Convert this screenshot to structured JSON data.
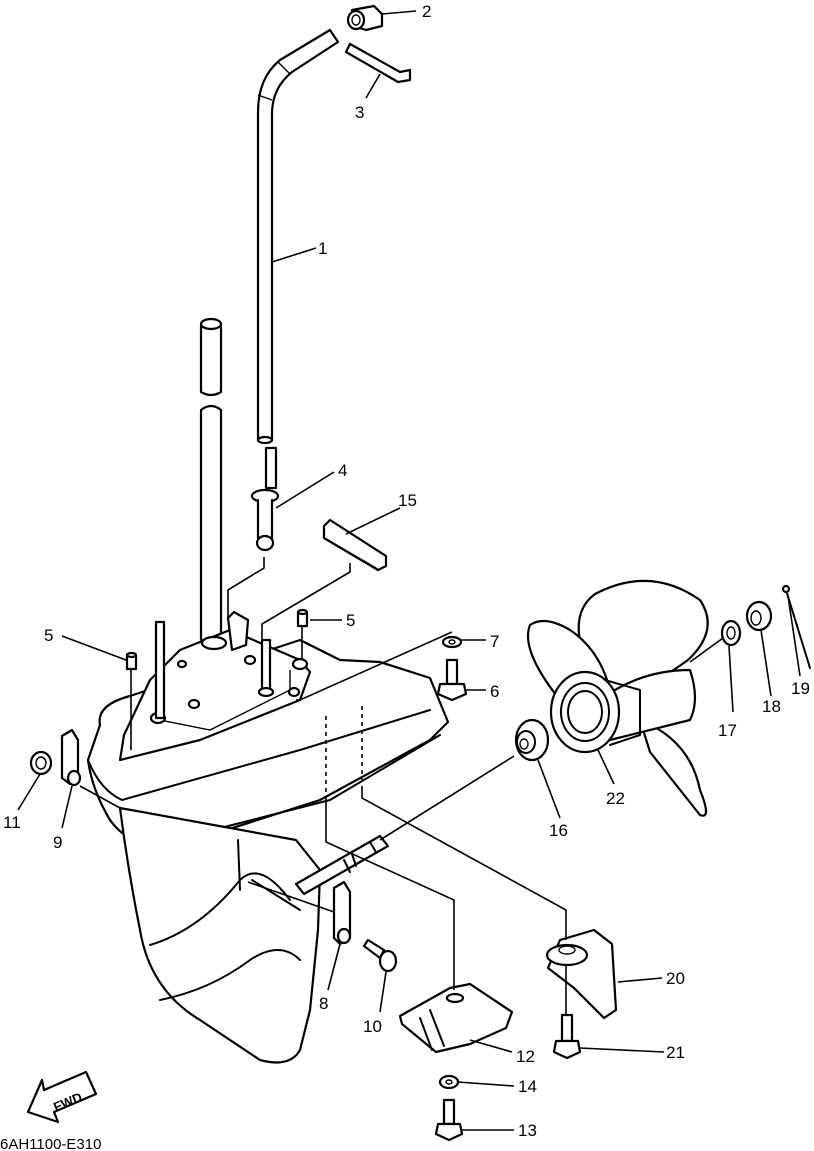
{
  "diagram_code": "6AH1100-E310",
  "fwd_label": "FWD",
  "callouts": [
    {
      "id": "c1",
      "label": "1"
    },
    {
      "id": "c2",
      "label": "2"
    },
    {
      "id": "c3",
      "label": "3"
    },
    {
      "id": "c4",
      "label": "4"
    },
    {
      "id": "c5a",
      "label": "5"
    },
    {
      "id": "c5b",
      "label": "5"
    },
    {
      "id": "c6",
      "label": "6"
    },
    {
      "id": "c7",
      "label": "7"
    },
    {
      "id": "c8",
      "label": "8"
    },
    {
      "id": "c9",
      "label": "9"
    },
    {
      "id": "c10",
      "label": "10"
    },
    {
      "id": "c11",
      "label": "11"
    },
    {
      "id": "c12",
      "label": "12"
    },
    {
      "id": "c13",
      "label": "13"
    },
    {
      "id": "c14",
      "label": "14"
    },
    {
      "id": "c15",
      "label": "15"
    },
    {
      "id": "c16",
      "label": "16"
    },
    {
      "id": "c17",
      "label": "17"
    },
    {
      "id": "c18",
      "label": "18"
    },
    {
      "id": "c19",
      "label": "19"
    },
    {
      "id": "c20",
      "label": "20"
    },
    {
      "id": "c21",
      "label": "21"
    },
    {
      "id": "c22",
      "label": "22"
    }
  ]
}
